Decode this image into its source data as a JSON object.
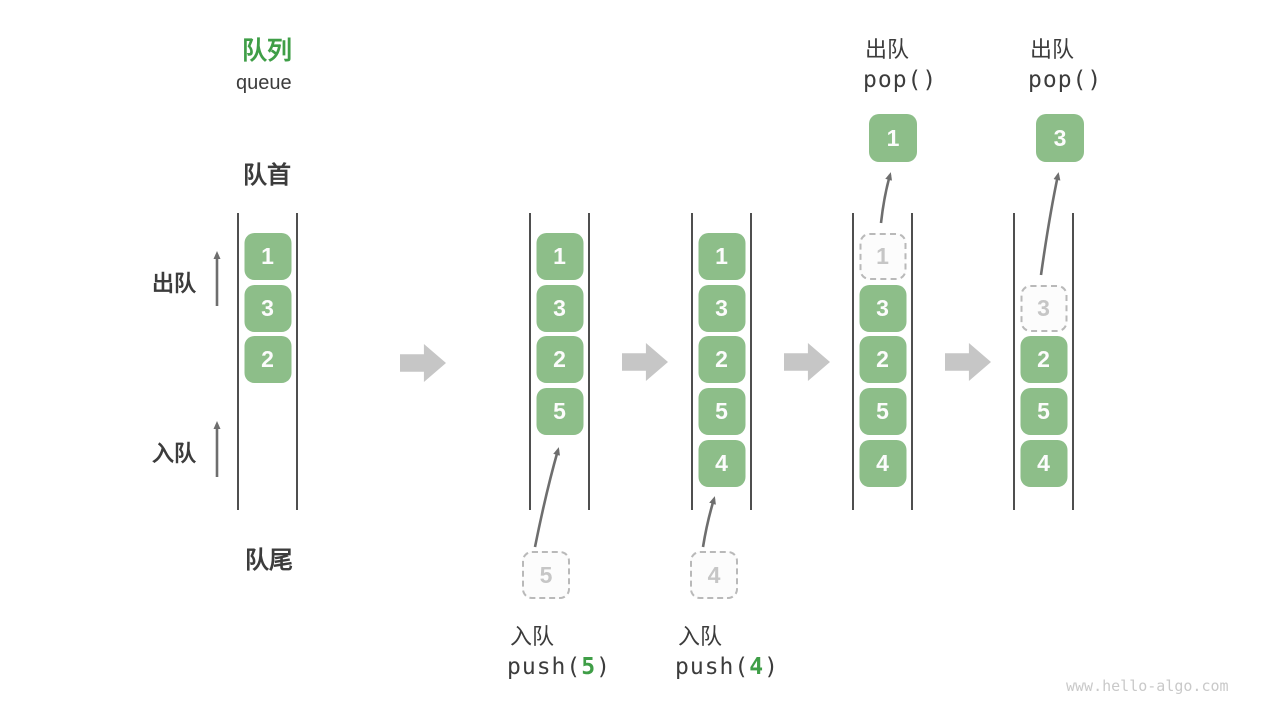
{
  "header": {
    "title_zh": "队列",
    "title_en": "queue",
    "front_label": "队首",
    "rear_label": "队尾"
  },
  "side_actions": {
    "dequeue_label": "出队",
    "enqueue_label": "入队"
  },
  "columns": [
    {
      "state_name": "initial",
      "slots": [
        {
          "value": "1",
          "state": "solid"
        },
        {
          "value": "3",
          "state": "solid"
        },
        {
          "value": "2",
          "state": "solid"
        }
      ]
    },
    {
      "state_name": "after-push-5",
      "slots": [
        {
          "value": "1",
          "state": "solid"
        },
        {
          "value": "3",
          "state": "solid"
        },
        {
          "value": "2",
          "state": "solid"
        },
        {
          "value": "5",
          "state": "solid"
        }
      ]
    },
    {
      "state_name": "after-push-4",
      "slots": [
        {
          "value": "1",
          "state": "solid"
        },
        {
          "value": "3",
          "state": "solid"
        },
        {
          "value": "2",
          "state": "solid"
        },
        {
          "value": "5",
          "state": "solid"
        },
        {
          "value": "4",
          "state": "solid"
        }
      ]
    },
    {
      "state_name": "pop-1",
      "slots": [
        {
          "value": "1",
          "state": "ghost"
        },
        {
          "value": "3",
          "state": "solid"
        },
        {
          "value": "2",
          "state": "solid"
        },
        {
          "value": "5",
          "state": "solid"
        },
        {
          "value": "4",
          "state": "solid"
        }
      ]
    },
    {
      "state_name": "pop-3",
      "slots": [
        {
          "value": "",
          "state": "empty"
        },
        {
          "value": "3",
          "state": "ghost"
        },
        {
          "value": "2",
          "state": "solid"
        },
        {
          "value": "5",
          "state": "solid"
        },
        {
          "value": "4",
          "state": "solid"
        }
      ]
    }
  ],
  "push_annotations": [
    {
      "ghost_value": "5",
      "action_label": "入队",
      "code_prefix": "push(",
      "code_arg": "5",
      "code_suffix": ")"
    },
    {
      "ghost_value": "4",
      "action_label": "入队",
      "code_prefix": "push(",
      "code_arg": "4",
      "code_suffix": ")"
    }
  ],
  "pop_annotations": [
    {
      "action_label": "出队",
      "code": "pop()",
      "popped_value": "1"
    },
    {
      "action_label": "出队",
      "code": "pop()",
      "popped_value": "3"
    }
  ],
  "meta": {
    "watermark": "www.hello-algo.com"
  },
  "colors": {
    "box_green": "#8dbe89",
    "accent_green": "#3f9e47",
    "text_dark": "#3c3c3c",
    "rail_gray": "#4f4f4f",
    "arrow_gray": "#6e6e6e",
    "block_gray": "#c6c6c6",
    "ghost_border": "#b9b9b9",
    "ghost_text": "#c6c6c6",
    "watermark_gray": "#c9c9c9"
  }
}
